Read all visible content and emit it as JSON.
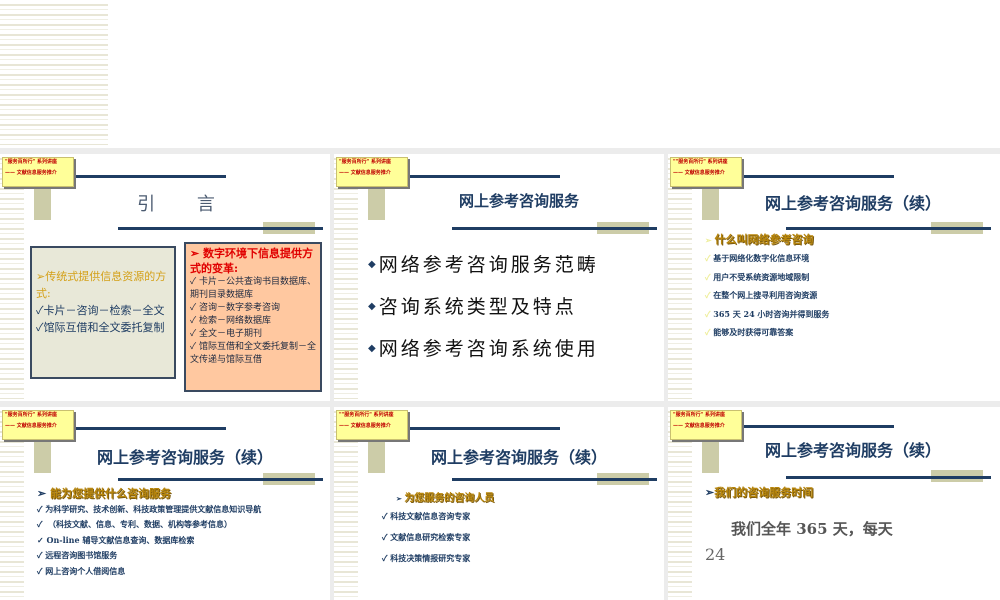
{
  "badge": {
    "line1": "\"服务百所行\" 系列讲座",
    "line2": "—— 文献信息服务推介"
  },
  "badge_alt": {
    "line1": "\"\"服务百所行\" 系列讲座",
    "line2": "—— 文献信息服务推介"
  },
  "slides": [
    {
      "title": "引 言",
      "left_box": {
        "heading": "➢传统式提供信息资源的方式:",
        "items": [
          "✓卡片－咨询－检索－全文",
          "✓馆际互借和全文委托复制"
        ]
      },
      "right_box": {
        "heading": "➢ 数字环境下信息提供方式的变革:",
        "items": [
          "✓ 卡片－公共查询书目数据库、期刊目录数据库",
          "✓ 咨询－数字参考咨询",
          "✓ 检索－网络数据库",
          "✓ 全文－电子期刊",
          "✓ 馆际互借和全文委托复制－全文传递与馆际互借"
        ]
      }
    },
    {
      "title": "网上参考咨询服务",
      "bullets": [
        "网络参考咨询服务范畴",
        "咨询系统类型及特点",
        "网络参考咨询系统使用"
      ]
    },
    {
      "title": "网上参考咨询服务（续）",
      "heading": "什么叫网络参考咨询",
      "items": [
        "基于网络化数字化信息环境",
        "用户不受系统资源地域限制",
        "在整个网上搜寻利用咨询资源",
        "365 天 24 小时咨询并得到服务",
        "能够及时获得可靠答案"
      ]
    },
    {
      "title": "网上参考咨询服务（续）",
      "heading": "能为您提供什么咨询服务",
      "items": [
        "为科学研究、技术创新、科技政策管理提供文献信息知识导航",
        "（科技文献、信息、专利、数据、机构等参考信息）",
        "On-line 辅导文献信息查询、数据库检索",
        "远程咨询图书馆服务",
        "网上咨询个人借阅信息"
      ]
    },
    {
      "title": "网上参考咨询服务（续）",
      "heading": "为您服务的咨询人员",
      "items": [
        "科技文献信息咨询专家",
        "文献信息研究检索专家",
        "科技决策情报研究专家"
      ]
    },
    {
      "title": "网上参考咨询服务（续）",
      "heading": "我们的咨询服务时间",
      "body_line1": "我们全年 365 天，每天",
      "body_line2": "24"
    }
  ],
  "colors": {
    "navy": "#1f3d63",
    "tan": "#cccca8",
    "badge_yellow": "#ffff99",
    "badge_red": "#c00000",
    "gold": "#b8860b",
    "peach": "#ffc8a0"
  }
}
